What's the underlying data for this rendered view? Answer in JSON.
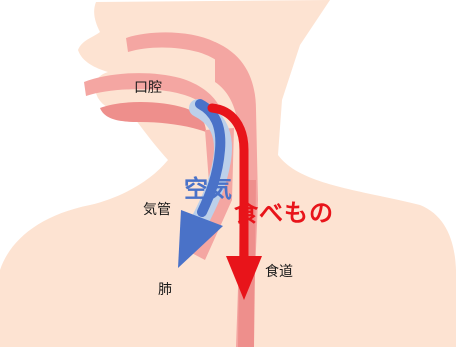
{
  "labels": {
    "oral_cavity": "口腔",
    "trachea": "気管",
    "lung": "肺",
    "esophagus": "食道",
    "air": "空気",
    "food": "食べもの"
  },
  "colors": {
    "skin": "#fde3d2",
    "tract": "#f4a6a2",
    "tract_inner": "#ee8f8c",
    "air": "#4a72c8",
    "air_light": "#bcd0ea",
    "food": "#e8141a",
    "text": "#1a1a1a"
  }
}
